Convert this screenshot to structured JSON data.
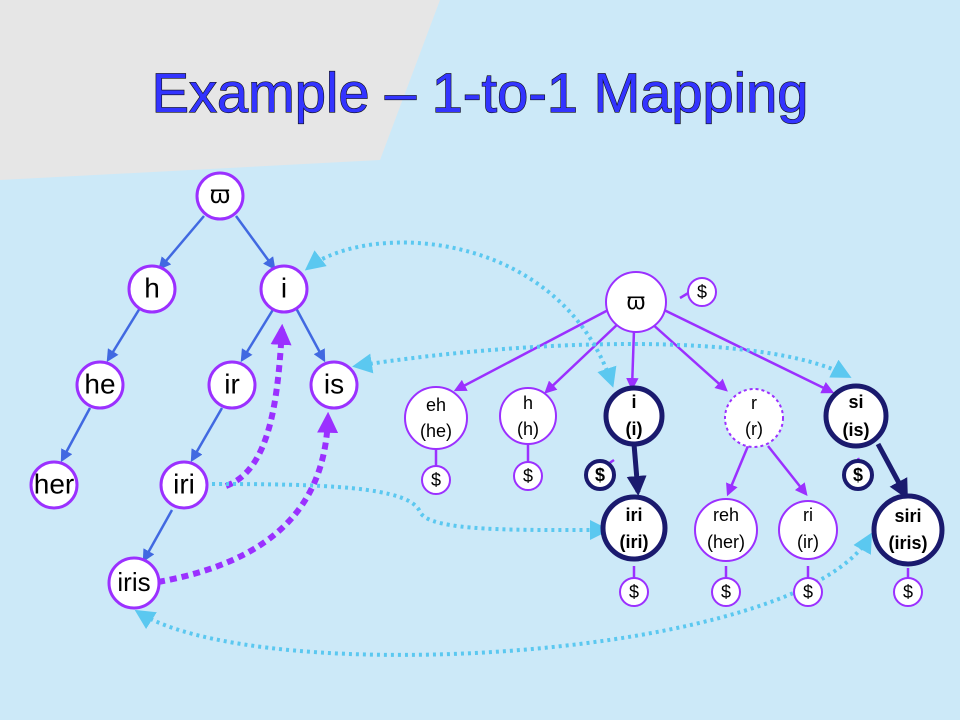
{
  "title": "Example – 1-to-1 Mapping",
  "left_tree": {
    "root": "ϖ",
    "nodes": [
      "h",
      "i",
      "he",
      "ir",
      "is",
      "her",
      "iri",
      "iris"
    ]
  },
  "right_tree": {
    "root": "ϖ",
    "root_terminal": "$",
    "nodes": [
      {
        "key": "eh",
        "label": "eh",
        "sub": "(he)",
        "terminal": "$"
      },
      {
        "key": "h",
        "label": "h",
        "sub": "(h)",
        "terminal": "$"
      },
      {
        "key": "i",
        "label": "i",
        "sub": "(i)",
        "terminal": "$"
      },
      {
        "key": "r",
        "label": "r",
        "sub": "(r)"
      },
      {
        "key": "si",
        "label": "si",
        "sub": "(is)",
        "terminal": "$"
      },
      {
        "key": "iri",
        "label": "iri",
        "sub": "(iri)",
        "terminal": "$"
      },
      {
        "key": "reh",
        "label": "reh",
        "sub": "(her)",
        "terminal": "$"
      },
      {
        "key": "ri",
        "label": "ri",
        "sub": "(ir)",
        "terminal": "$"
      },
      {
        "key": "siri",
        "label": "siri",
        "sub": "(iris)",
        "terminal": "$"
      }
    ]
  },
  "colors": {
    "background": "#cce9f8",
    "node_outline": "#9b30ff",
    "tree_edge": "#4169e1",
    "highlight": "#1a1a6e",
    "mapping_arrow": "#5bc8f0",
    "title": "#3334ff"
  }
}
